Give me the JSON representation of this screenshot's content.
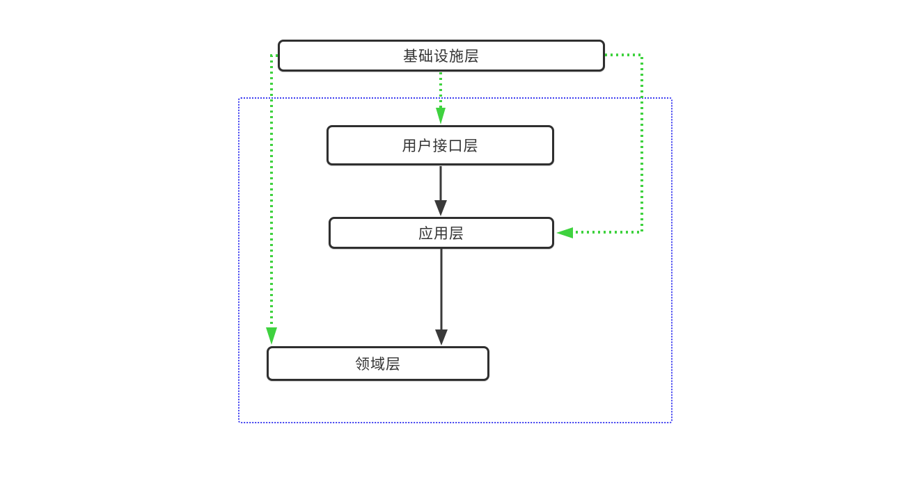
{
  "diagram": {
    "nodes": {
      "infrastructure": {
        "label": "基础设施层"
      },
      "ui": {
        "label": "用户接口层"
      },
      "application": {
        "label": "应用层"
      },
      "domain": {
        "label": "领域层"
      }
    },
    "edges": [
      {
        "from": "基础设施层",
        "to": "用户接口层",
        "style": "green-dotted-arrow"
      },
      {
        "from": "基础设施层",
        "to": "应用层",
        "style": "green-dotted-arrow"
      },
      {
        "from": "基础设施层",
        "to": "领域层",
        "style": "green-dotted-arrow"
      },
      {
        "from": "用户接口层",
        "to": "应用层",
        "style": "black-solid-arrow"
      },
      {
        "from": "应用层",
        "to": "领域层",
        "style": "black-solid-arrow"
      }
    ],
    "colors": {
      "node_border": "#2f2f2f",
      "node_text": "#333333",
      "green_arrow": "#3fd23f",
      "black_arrow": "#3a3a3a",
      "container_border": "#3b3bf0",
      "background": "#ffffff"
    }
  }
}
